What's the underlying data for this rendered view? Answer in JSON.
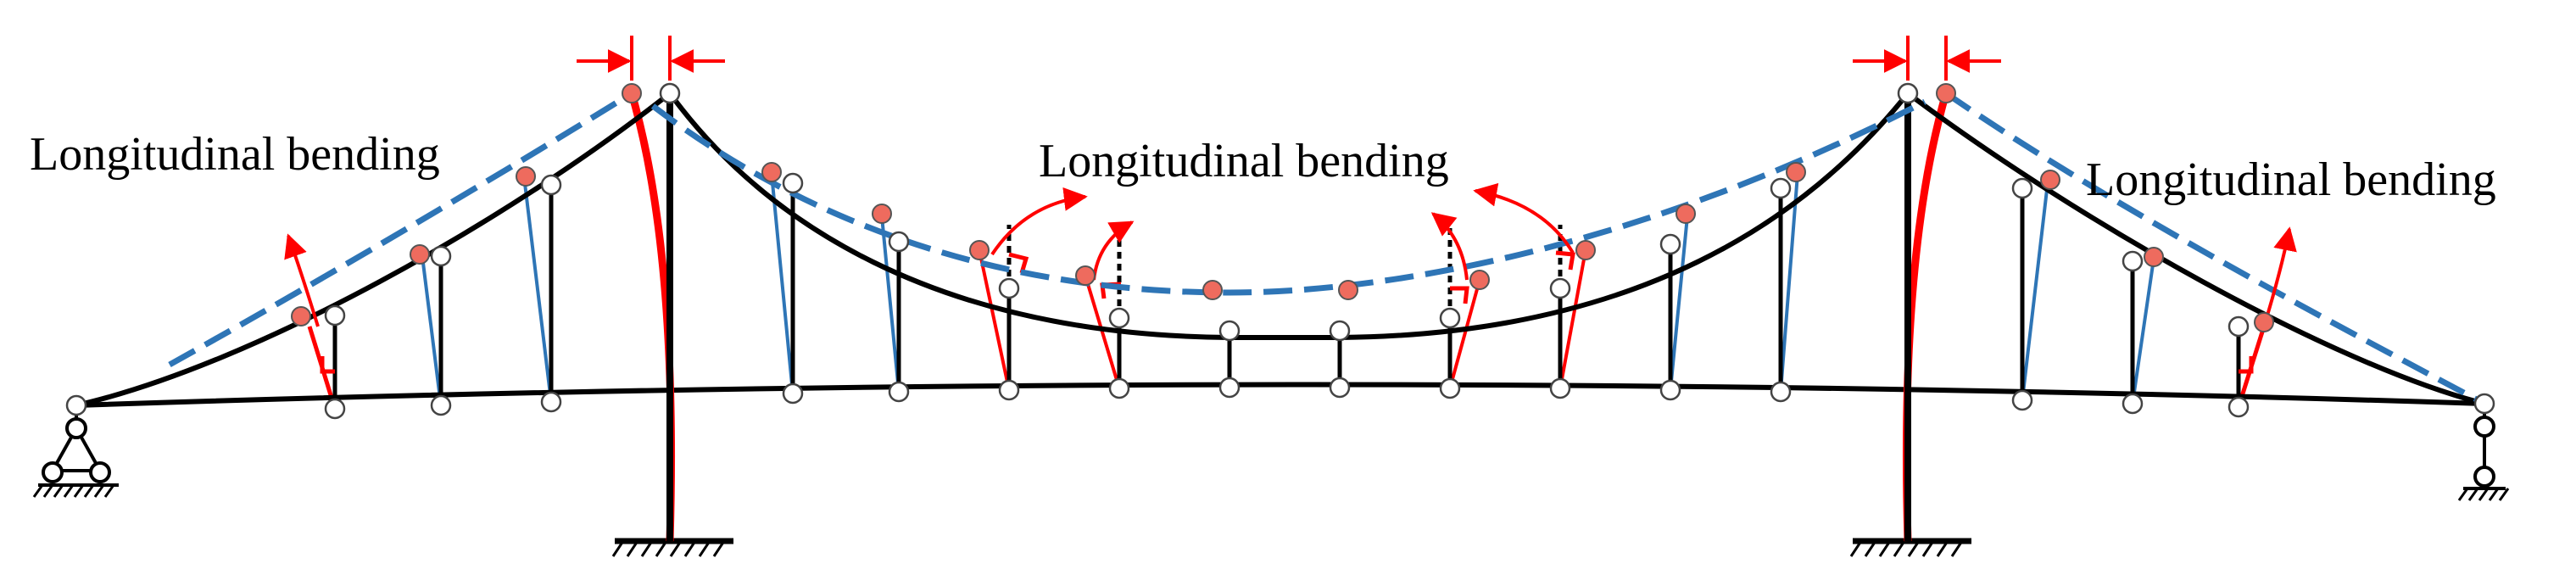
{
  "labels": {
    "left": "Longitudinal bending",
    "center": "Longitudinal bending",
    "right": "Longitudinal bending"
  },
  "colors": {
    "structure": "#000000",
    "deformed_cable": "#2e75b6",
    "deformed_tower": "#ff0000",
    "node_fill": "#ffffff",
    "deformed_node_fill": "#ee6b5e",
    "arrow": "#ff0000"
  },
  "elements": [
    "deck-girder",
    "main-cable",
    "hangers",
    "towers",
    "supports",
    "deformed-main-cable",
    "deformed-hangers",
    "deformed-towers",
    "tower-top-displacement-arrows",
    "hanger-rotation-arrows"
  ]
}
